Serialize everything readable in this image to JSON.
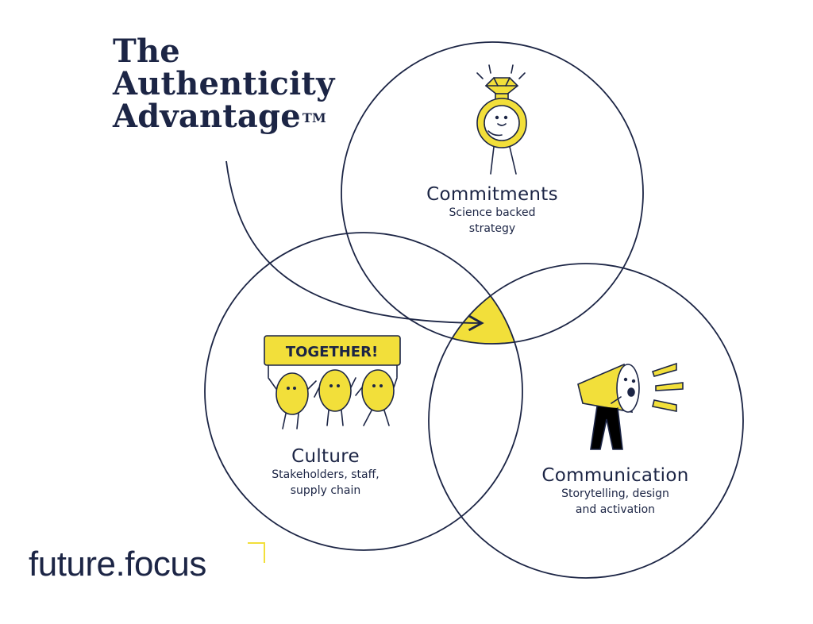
{
  "title": {
    "line1": "The",
    "line2": "Authenticity",
    "line3": "Advantage",
    "mark": "TM"
  },
  "circles": [
    {
      "heading": "Commitments",
      "sub1": "Science backed",
      "sub2": "strategy"
    },
    {
      "heading": "Culture",
      "sub1": "Stakeholders, staff,",
      "sub2": "supply chain",
      "banner": "TOGETHER!"
    },
    {
      "heading": "Communication",
      "sub1": "Storytelling, design",
      "sub2": "and activation"
    }
  ],
  "brand": {
    "logo_text": "future.focus"
  },
  "colors": {
    "ink": "#1c2545",
    "accent_yellow": "#f2df3a",
    "background": "#ffffff"
  },
  "icons": [
    "ring-diamond-icon",
    "together-crowd-icon",
    "megaphone-icon",
    "arrow-icon"
  ]
}
